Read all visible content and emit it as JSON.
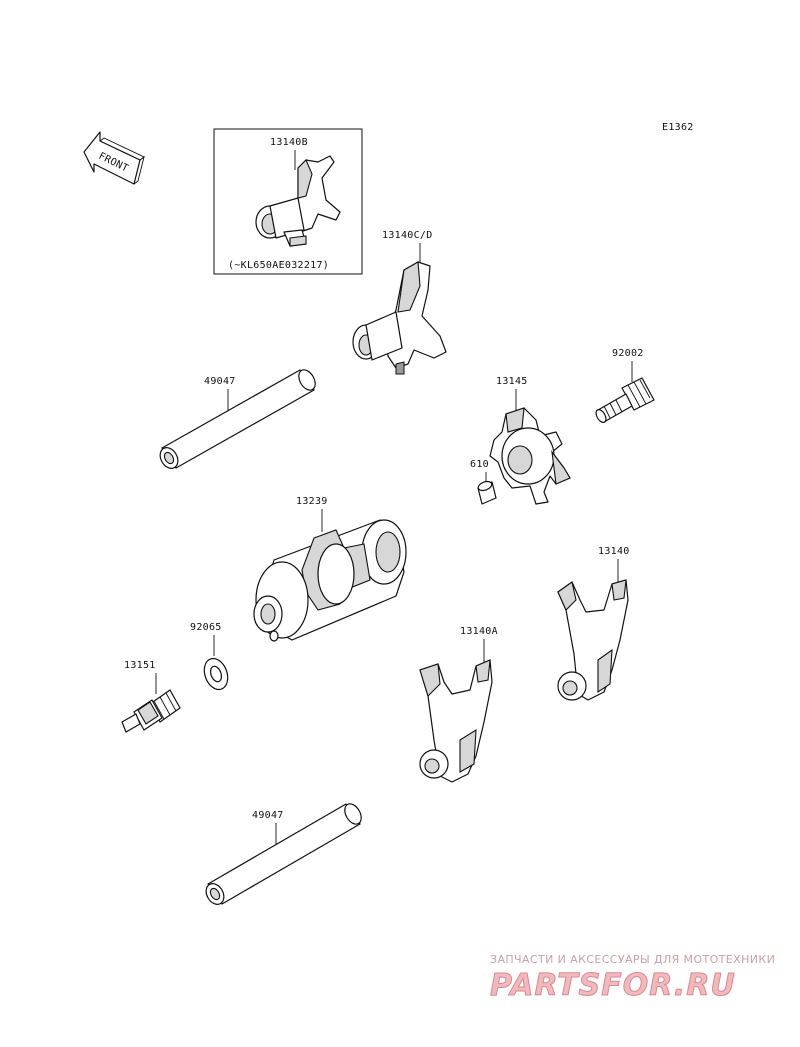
{
  "diagram_id": "E1362",
  "front_label": "FRONT",
  "callouts": {
    "fork_b": "13140B",
    "fork_b_note": "(~KL650AE032217)",
    "fork_cd": "13140C/D",
    "shaft_upper": "49047",
    "screw_92002": "92002",
    "plate_13145": "13145",
    "pin_610": "610",
    "drum_13239": "13239",
    "washer_92065": "92065",
    "fork_13140": "13140",
    "fork_13140a": "13140A",
    "switch_13151": "13151",
    "shaft_lower": "49047"
  },
  "watermark": {
    "tagline": "ЗАПЧАСТИ И АКСЕССУАРЫ ДЛЯ МОТОТЕХНИКИ",
    "logo": "PARTSFOR.RU"
  }
}
